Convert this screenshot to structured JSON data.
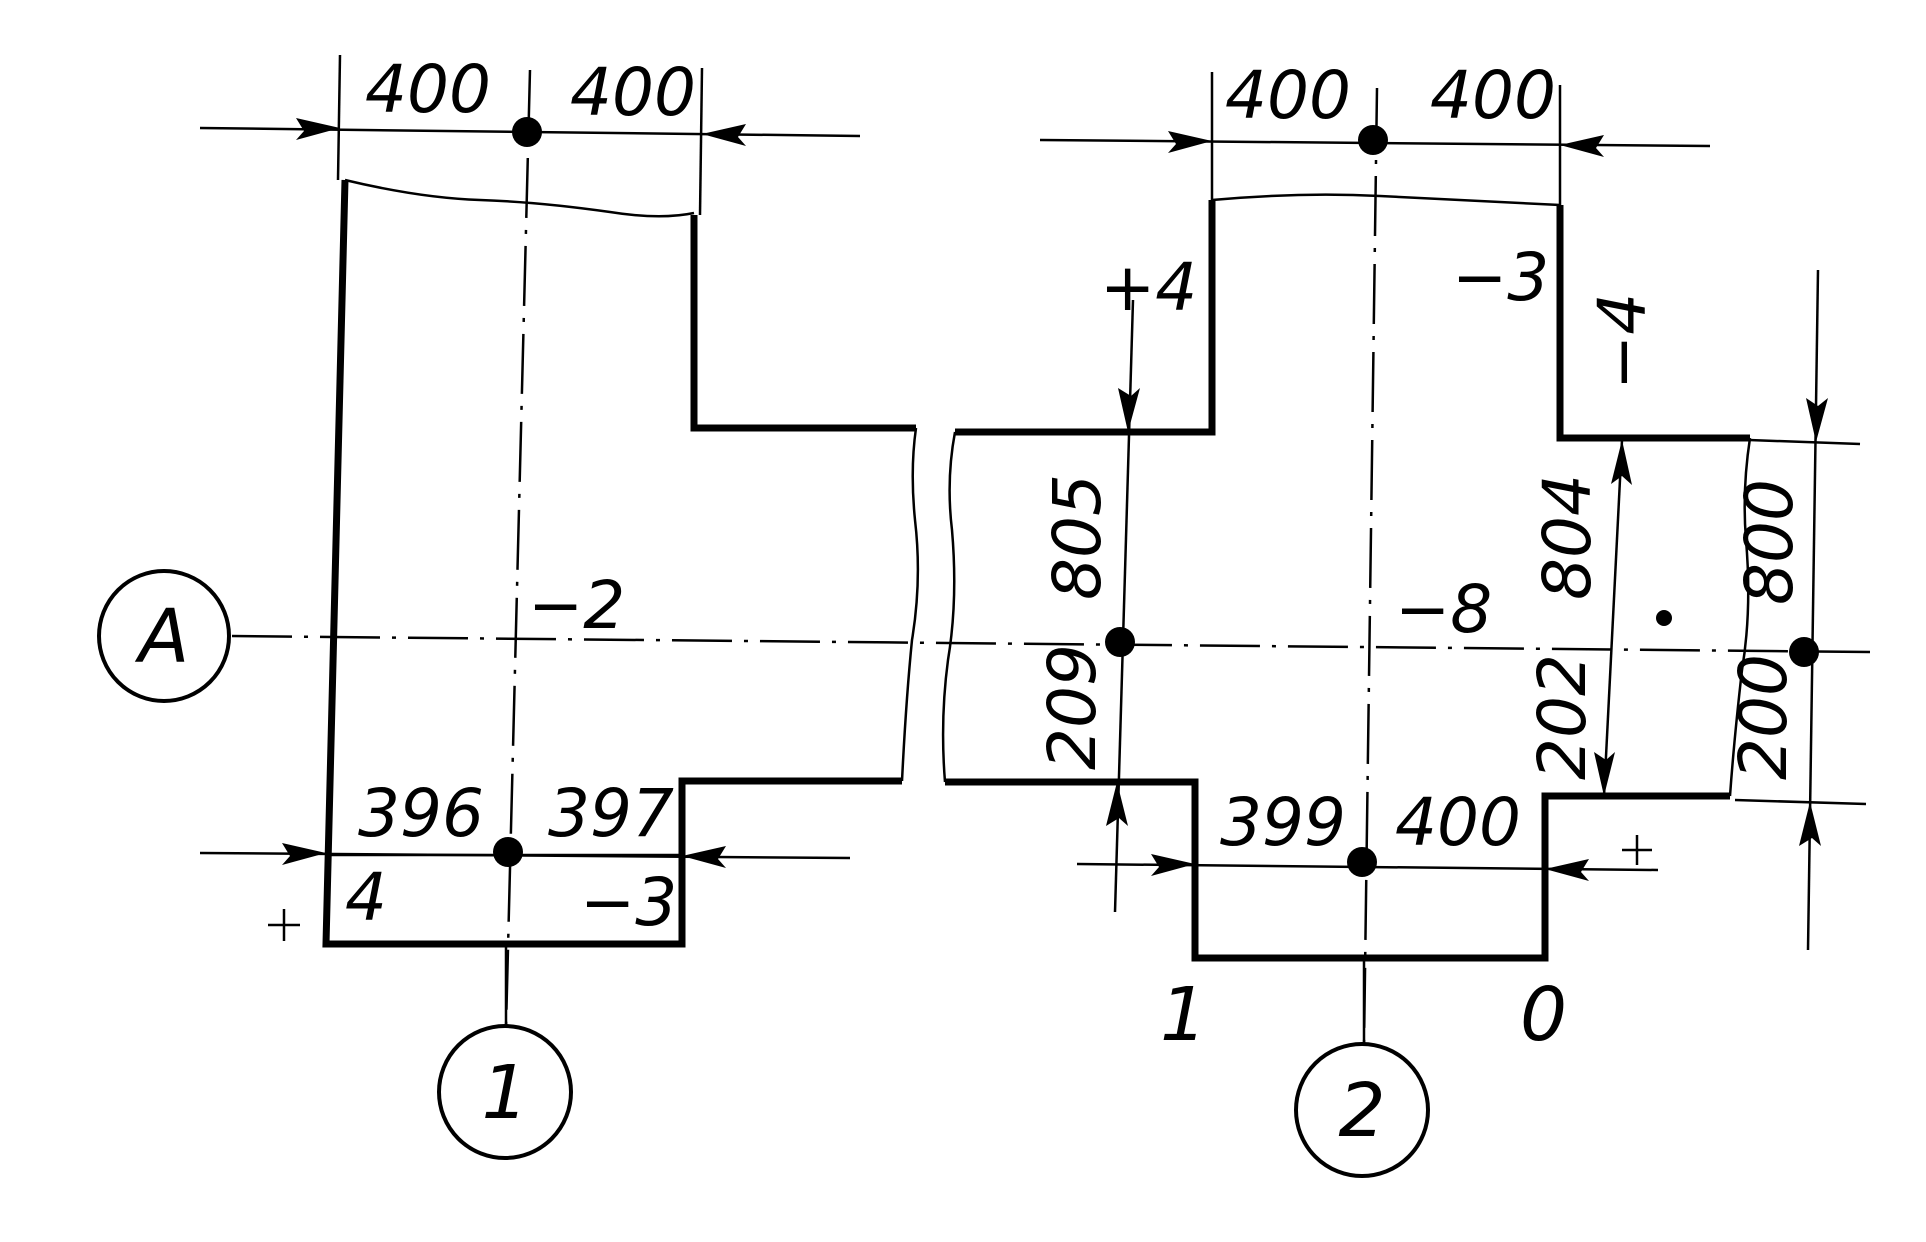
{
  "bubbles": {
    "row_a": "A",
    "col_1": "1",
    "col_2": "2"
  },
  "column_1": {
    "top_left": "400",
    "top_right": "400",
    "bottom_left": "396",
    "bottom_right": "397",
    "dev_left": "4",
    "dev_right": "−3",
    "dev_plus": "+",
    "axis_deviation": "−2"
  },
  "column_2": {
    "top_left": "400",
    "top_right": "400",
    "bottom_left": "399",
    "bottom_right": "400",
    "dev_plus_top": "+4",
    "dev_minus_top": "−3",
    "dev_right_side": "−4",
    "dev_plus_bottom": "+",
    "axis_deviation": "−8",
    "under_left": "1",
    "under_right": "0",
    "height_left_upper": "805",
    "height_left_lower": "209",
    "height_mid_upper": "804",
    "height_mid_lower": "202",
    "height_right_upper": "800",
    "height_right_lower": "200"
  }
}
